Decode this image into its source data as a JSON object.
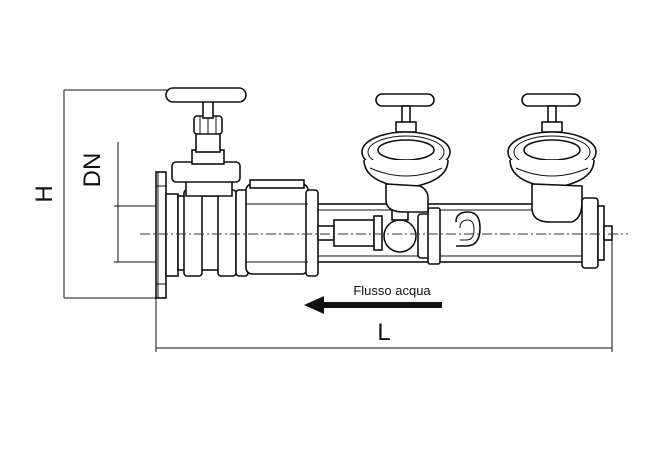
{
  "dimensions": {
    "height_label": "H",
    "nominal_diameter_label": "DN",
    "length_label": "L"
  },
  "flow": {
    "label": "Flusso acqua",
    "direction": "left"
  }
}
